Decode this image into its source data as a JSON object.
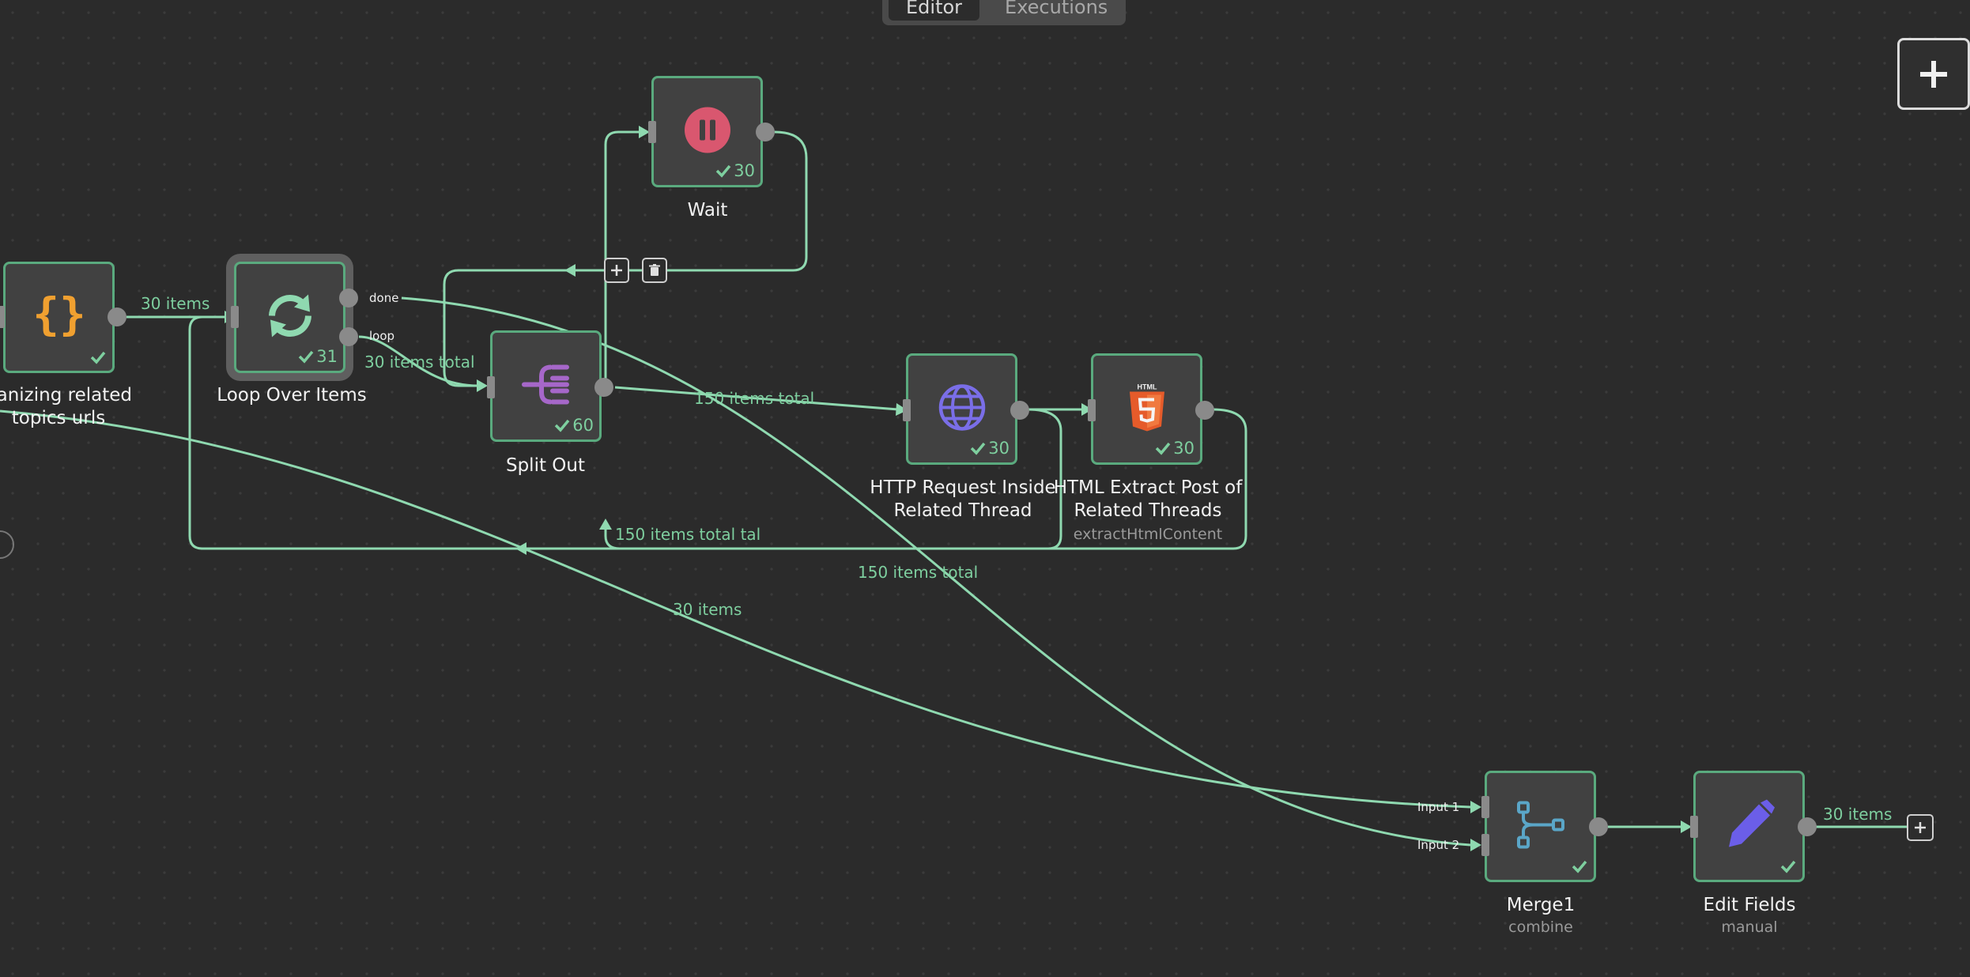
{
  "tabs": [
    {
      "label": "Editor",
      "active": true
    },
    {
      "label": "Executions",
      "active": false
    }
  ],
  "nodes": {
    "organizing": {
      "title": "ganizing related topics urls",
      "icon": "curly-braces-icon",
      "status": "success"
    },
    "loop": {
      "title": "Loop Over Items",
      "icon": "refresh-icon",
      "count": "31",
      "ports": {
        "done": "done",
        "loop": "loop"
      }
    },
    "wait": {
      "title": "Wait",
      "icon": "pause-icon",
      "count": "30"
    },
    "split": {
      "title": "Split Out",
      "icon": "split-out-icon",
      "count": "60"
    },
    "http": {
      "title": "HTTP Request Inside Related Thread",
      "icon": "globe-icon",
      "count": "30"
    },
    "html": {
      "title": "HTML Extract Post of Related Threads",
      "subtitle": "extractHtmlContent",
      "icon": "html5-icon",
      "count": "30"
    },
    "merge": {
      "title": "Merge1",
      "subtitle": "combine",
      "icon": "merge-icon",
      "status": "success",
      "inputs": [
        "Input 1",
        "Input 2"
      ]
    },
    "edit": {
      "title": "Edit Fields",
      "subtitle": "manual",
      "icon": "pencil-icon",
      "status": "success"
    }
  },
  "edge_labels": {
    "org_to_loop": "30 items",
    "loop_to_split": "30 items total",
    "split_to_http": "150 items total",
    "loop_back": "150 items total tal",
    "done_to_merge": "150 items total",
    "org_to_merge": "30 items",
    "edit_out": "30 items"
  },
  "colors": {
    "canvas": "#2b2b2b",
    "node_border": "#5aaa7e",
    "connection": "#8fd9b0",
    "wait_icon": "#d9576f",
    "split_icon": "#a667c9",
    "http_icon": "#7a6ee8",
    "html_icon": "#e55b2a",
    "merge_icon": "#5aa6c8",
    "edit_icon": "#6b5ee8",
    "code_icon": "#f0a030",
    "loop_icon": "#8fd9b0"
  }
}
